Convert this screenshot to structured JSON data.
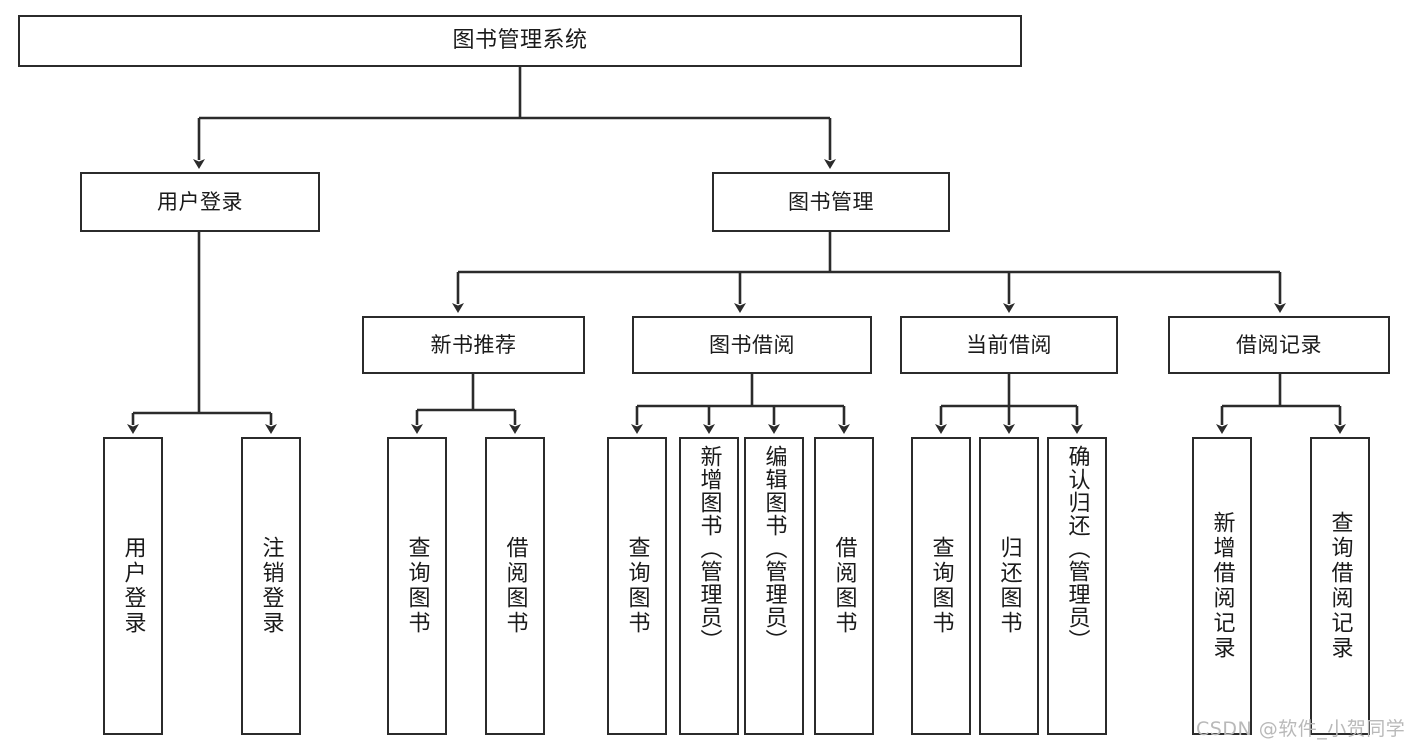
{
  "diagram": {
    "title": "图书管理系统",
    "type": "hierarchy-tree",
    "colors": {
      "stroke": "#2b2b2b",
      "fill": "#ffffff",
      "text": "#1a1a1a",
      "watermark": "#b9b9b9"
    },
    "root": {
      "label": "图书管理系统"
    },
    "level2": [
      {
        "label": "用户登录"
      },
      {
        "label": "图书管理"
      }
    ],
    "level3": [
      {
        "label": "新书推荐"
      },
      {
        "label": "图书借阅"
      },
      {
        "label": "当前借阅"
      },
      {
        "label": "借阅记录"
      }
    ],
    "leaves": {
      "user_login": [
        {
          "label": "用户登录"
        },
        {
          "label": "注销登录"
        }
      ],
      "new_book_recommend": [
        {
          "label": "查询图书"
        },
        {
          "label": "借阅图书"
        }
      ],
      "book_borrow": [
        {
          "label": "查询图书"
        },
        {
          "label": "新增图书（管理员）"
        },
        {
          "label": "编辑图书（管理员）"
        },
        {
          "label": "借阅图书"
        }
      ],
      "current_borrow": [
        {
          "label": "查询图书"
        },
        {
          "label": "归还图书"
        },
        {
          "label": "确认归还（管理员）"
        }
      ],
      "borrow_record": [
        {
          "label": "新增借阅记录"
        },
        {
          "label": "查询借阅记录"
        }
      ]
    },
    "watermark": "CSDN @软件_小贺同学"
  }
}
